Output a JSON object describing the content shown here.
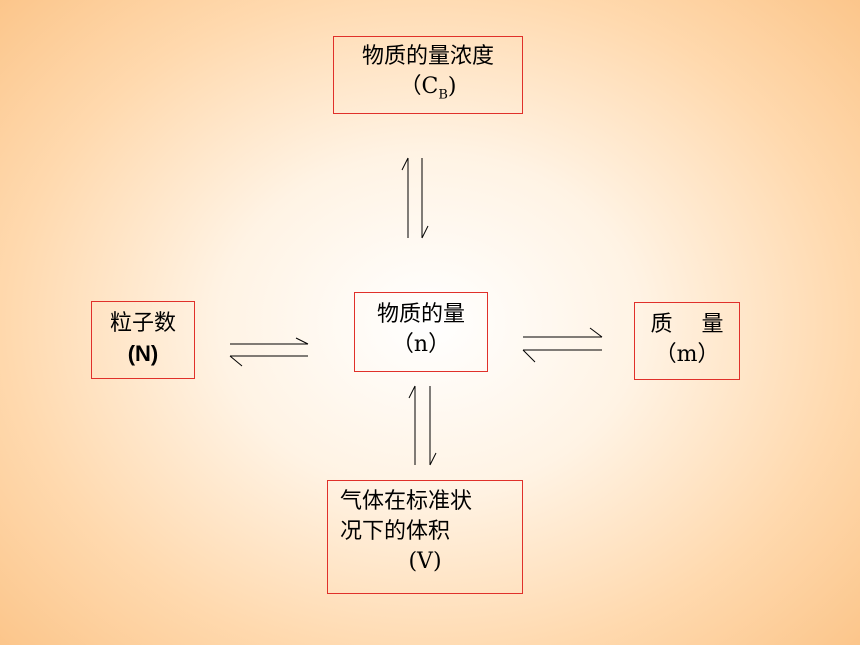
{
  "nodes": {
    "concentration": {
      "line1": "物质的量浓度",
      "line2_open": "（C",
      "line2_sub": "B",
      "line2_close": ")"
    },
    "amount": {
      "line1": "物质的量",
      "line2": "（n）"
    },
    "particles": {
      "line1": "粒子数",
      "line2": "(N)"
    },
    "mass": {
      "line1": "质　 量",
      "line2": "（m）"
    },
    "gas_volume": {
      "line1": "气体在标准状",
      "line2": "况下的体积",
      "line3": "(V)"
    }
  },
  "colors": {
    "box_border": "#e0302a",
    "arrow": "#000000"
  }
}
